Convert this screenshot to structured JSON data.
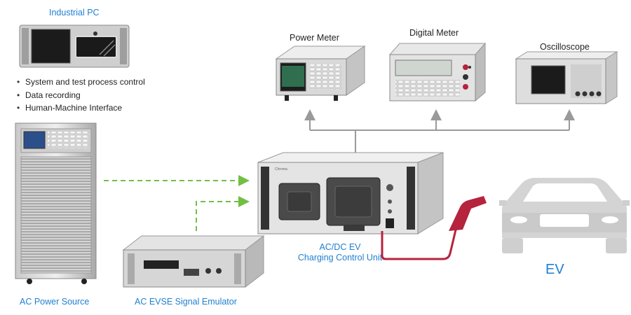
{
  "industrial_pc": {
    "title": "Industrial PC",
    "features": [
      "System and test process control",
      "Data recording",
      "Human-Machine Interface"
    ]
  },
  "instruments": {
    "power_meter": "Power Meter",
    "digital_meter": "Digital Meter",
    "oscilloscope": "Oscilloscope"
  },
  "sources": {
    "ac_power_source": "AC Power Source",
    "evse_emulator": "AC EVSE Signal Emulator"
  },
  "control_unit": {
    "line1": "AC/DC EV",
    "line2": "Charging Control Unit",
    "brand": "Chroma"
  },
  "ev": {
    "label": "EV"
  },
  "colors": {
    "label_blue": "#1f7fd0",
    "dash_green": "#72bf44",
    "cable_red": "#b5233c",
    "arrow_gray": "#9a9a9a"
  }
}
